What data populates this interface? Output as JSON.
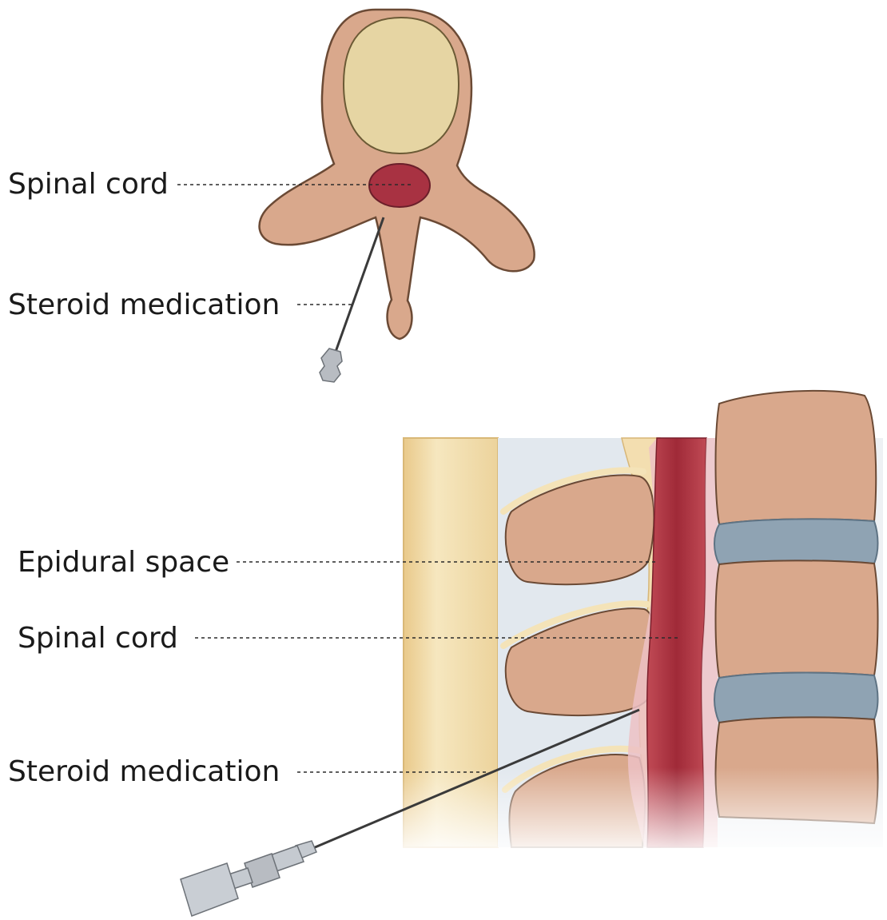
{
  "top_view": {
    "labels": {
      "spinal_cord": "Spinal cord",
      "steroid_medication": "Steroid medication"
    }
  },
  "side_view": {
    "labels": {
      "epidural_space": "Epidural space",
      "spinal_cord": "Spinal cord",
      "steroid_medication": "Steroid medication"
    }
  },
  "colors": {
    "bone": "#d7a98a",
    "bone_outline": "#6b4a35",
    "vertebral_body_top": "#e8d9a8",
    "spinal_cord": "#a8303f",
    "disc": "#8fa3b3",
    "ligament": "#f1dca9",
    "needle": "#3a3a3a"
  }
}
